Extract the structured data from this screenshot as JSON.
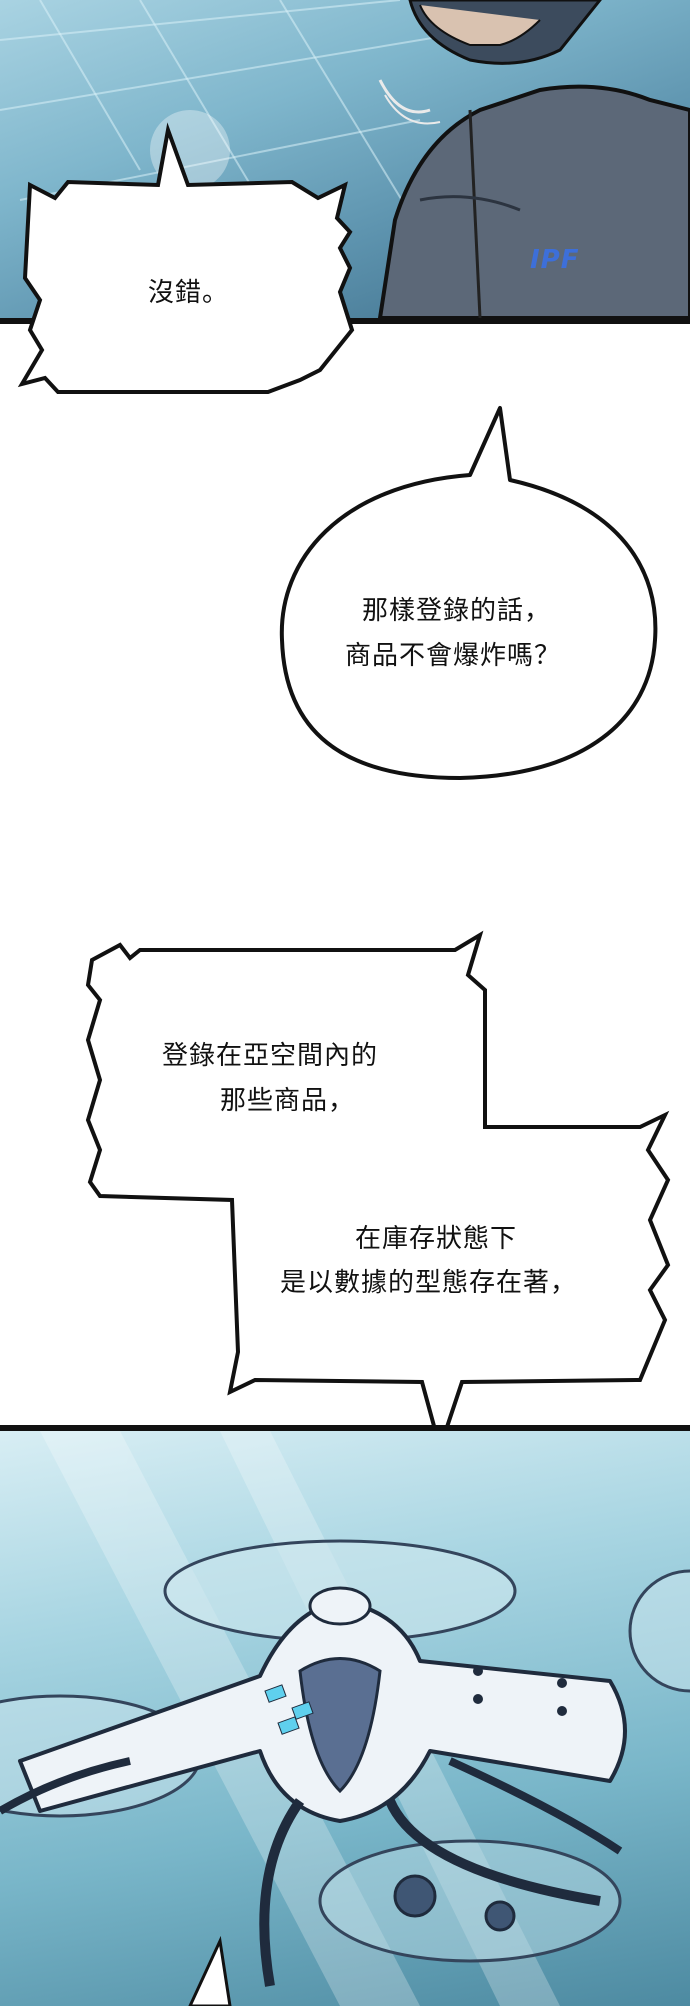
{
  "page": {
    "bubble_1": {
      "text": "沒錯。"
    },
    "bubble_2": {
      "lines": [
        "那樣登錄的話，",
        "商品不會爆炸嗎？"
      ]
    },
    "bubble_3": {
      "part_a": [
        "登錄在亞空間內的",
        "那些商品，"
      ],
      "part_b": [
        "在庫存狀態下",
        "是以數據的型態存在著，"
      ]
    },
    "top_panel": {
      "uniform_logo": "IPF"
    },
    "colors": {
      "ink": "#111111",
      "sky": "#a9d3e2",
      "deep": "#3b6a86"
    }
  }
}
